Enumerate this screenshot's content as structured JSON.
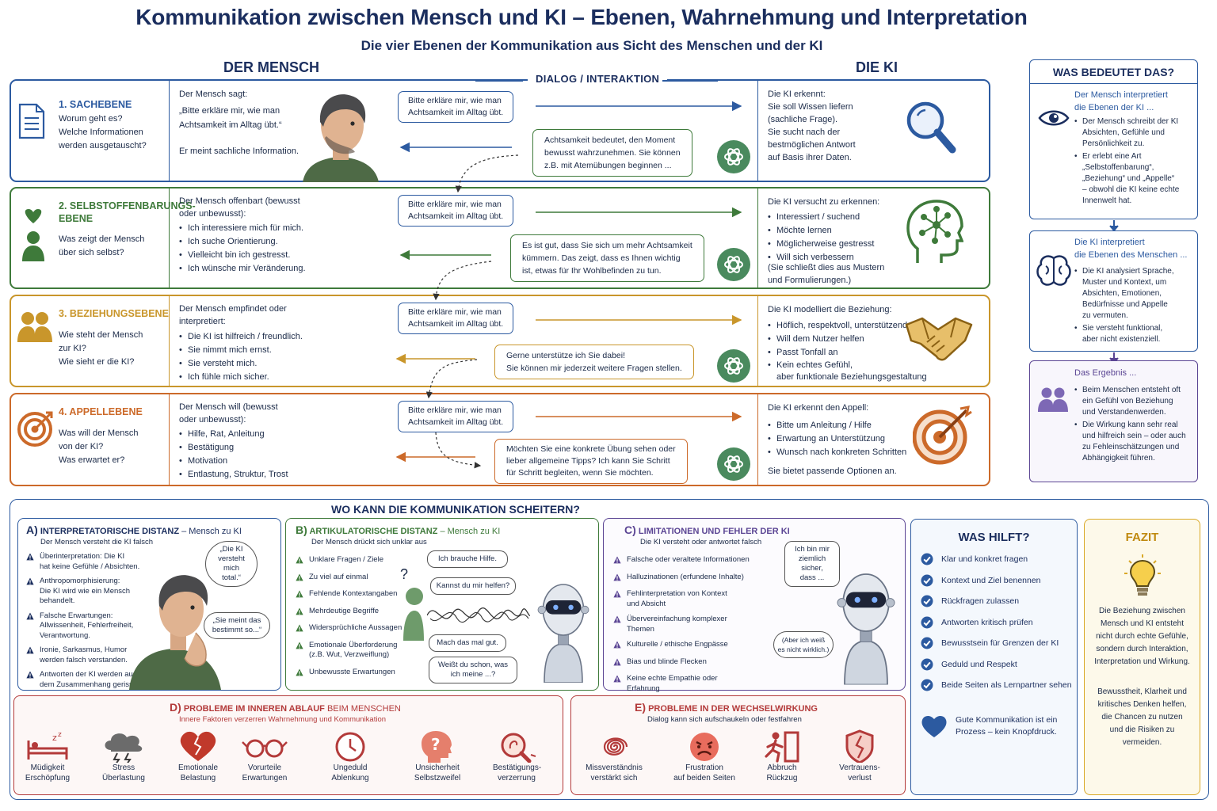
{
  "title": "Kommunikation zwischen Mensch und KI – Ebenen, Wahrnehmung und Interpretation",
  "subtitle": "Die vier Ebenen der Kommunikation aus Sicht des Menschen und der KI",
  "columns": {
    "human": "DER MENSCH",
    "dialog": "DIALOG / INTERAKTION",
    "ai": "DIE KI"
  },
  "colors": {
    "navy": "#1b2e5e",
    "blue": "#2c5aa0",
    "green": "#3e7a3a",
    "ochre": "#c9962b",
    "orange": "#cc6a2a",
    "purple": "#5b4594",
    "red": "#b33a3a",
    "yellow": "#d9a826"
  },
  "levels": [
    {
      "title": "1. SACHEBENE",
      "question": "Worum geht es?\nWelche Informationen\nwerden ausgetauscht?",
      "icon": "document-icon",
      "human_heading": "Der Mensch sagt:",
      "human_quote": "„Bitte erkläre mir, wie man\nAchtsamkeit im Alltag übt.“",
      "human_note": "Er meint sachliche Information.",
      "user_message": "Bitte erkläre mir, wie man\nAchtsamkeit im Alltag übt.",
      "ai_reply": "Achtsamkeit bedeutet, den Moment\nbewusst wahrzunehmen. Sie können\nz.B. mit Atemübungen beginnen ...",
      "ai_heading": "Die KI erkennt:",
      "ai_text": "Sie soll Wissen liefern\n(sachliche Frage).\nSie sucht nach der\nbestmöglichen Antwort\nauf Basis ihrer Daten.",
      "ai_icon": "magnifier-icon"
    },
    {
      "title": "2. SELBSTOFFENBARUNGS-\nEBENE",
      "question": "Was zeigt der Mensch\nüber sich selbst?",
      "icon": "person-heart-icon",
      "human_heading": "Der Mensch offenbart (bewusst\noder unbewusst):",
      "human_items": [
        "Ich interessiere mich für mich.",
        "Ich suche Orientierung.",
        "Vielleicht bin ich gestresst.",
        "Ich wünsche mir Veränderung."
      ],
      "user_message": "Bitte erkläre mir, wie man\nAchtsamkeit im Alltag übt.",
      "ai_reply": "Es ist gut, dass Sie sich um mehr Achtsamkeit\nkümmern. Das zeigt, dass es Ihnen wichtig\nist, etwas für Ihr Wohlbefinden zu tun.",
      "ai_heading": "Die KI versucht zu erkennen:",
      "ai_items": [
        "Interessiert / suchend",
        "Möchte lernen",
        "Möglicherweise gestresst",
        "Will sich verbessern"
      ],
      "ai_note": "(Sie schließt dies aus Mustern\nund Formulierungen.)",
      "ai_icon": "head-network-icon"
    },
    {
      "title": "3. BEZIEHUNGSEBENE",
      "question": "Wie steht der Mensch\nzur KI?\nWie sieht er die KI?",
      "icon": "two-people-icon",
      "human_heading": "Der Mensch empfindet oder\ninterpretiert:",
      "human_items": [
        "Die KI ist hilfreich / freundlich.",
        "Sie nimmt mich ernst.",
        "Sie versteht mich.",
        "Ich fühle mich sicher."
      ],
      "user_message": "Bitte erkläre mir, wie man\nAchtsamkeit im Alltag übt.",
      "ai_reply": "Gerne unterstütze ich Sie dabei!\nSie können mir jederzeit weitere Fragen stellen.",
      "ai_heading": "Die KI modelliert die Beziehung:",
      "ai_items": [
        "Höflich, respektvoll, unterstützend",
        "Will dem Nutzer helfen",
        "Passt Tonfall an",
        "Kein echtes Gefühl,\naber funktionale Beziehungsgestaltung"
      ],
      "ai_icon": "handshake-icon"
    },
    {
      "title": "4. APPELLEBENE",
      "question": "Was will der Mensch\nvon der KI?\nWas erwartet er?",
      "icon": "target-icon",
      "human_heading": "Der Mensch will (bewusst\noder unbewusst):",
      "human_items": [
        "Hilfe, Rat, Anleitung",
        "Bestätigung",
        "Motivation",
        "Entlastung, Struktur, Trost"
      ],
      "user_message": "Bitte erkläre mir, wie man\nAchtsamkeit im Alltag übt.",
      "ai_reply": "Möchten Sie eine konkrete Übung sehen oder\nlieber allgemeine Tipps? Ich kann Sie Schritt\nfür Schritt begleiten, wenn Sie möchten.",
      "ai_heading": "Die KI erkennt den Appell:",
      "ai_items": [
        "Bitte um Anleitung / Hilfe",
        "Erwartung an Unterstützung",
        "Wunsch nach konkreten Schritten"
      ],
      "ai_note": "Sie bietet passende Optionen an.",
      "ai_icon": "target-icon"
    }
  ],
  "meaning": {
    "title": "WAS BEDEUTET DAS?",
    "box1": {
      "heading": "Der Mensch interpretiert\ndie Ebenen der KI ...",
      "items": [
        "Der Mensch schreibt der KI\nAbsichten, Gefühle und\nPersönlichkeit zu.",
        "Er erlebt eine Art\n„Selbstoffenbarung“,\n„Beziehung“ und „Appelle“\n– obwohl die KI keine echte\nInnenwelt hat."
      ]
    },
    "box2": {
      "heading": "Die KI interpretiert\ndie Ebenen des Menschen ...",
      "items": [
        "Die KI analysiert Sprache,\nMuster und Kontext, um\nAbsichten, Emotionen,\nBedürfnisse und Appelle\nzu vermuten.",
        "Sie versteht funktional,\naber nicht existenziell."
      ]
    },
    "box3": {
      "heading": "Das Ergebnis ...",
      "items": [
        "Beim Menschen entsteht oft\nein Gefühl von Beziehung\nund Verstandenwerden.",
        "Die Wirkung kann sehr real\nund hilfreich sein – oder auch\nzu Fehleinschätzungen und\nAbhängigkeit führen."
      ]
    }
  },
  "failure": {
    "title": "WO KANN DIE KOMMUNIKATION SCHEITERN?",
    "a": {
      "letter": "A)",
      "title": "INTERPRETATORISCHE DISTANZ",
      "suffix": " – Mensch zu KI",
      "subtitle": "Der Mensch versteht die KI falsch",
      "items": [
        "Überinterpretation: Die KI\nhat keine Gefühle / Absichten.",
        "Anthropomorphisierung:\nDie KI wird wie ein Mensch\nbehandelt.",
        "Falsche Erwartungen:\nAllwissenheit, Fehlerfreiheit,\nVerantwortung.",
        "Ironie, Sarkasmus, Humor\nwerden falsch verstanden.",
        "Antworten der KI werden aus\ndem Zusammenhang gerissen."
      ],
      "thoughts": [
        "„Die KI\nversteht mich\ntotal.“",
        "„Sie meint das\nbestimmt so...“"
      ]
    },
    "b": {
      "letter": "B)",
      "title": "ARTIKULATORISCHE DISTANZ",
      "suffix": " – Mensch zu KI",
      "subtitle": "Der Mensch drückt sich unklar aus",
      "items": [
        "Unklare Fragen / Ziele",
        "Zu viel auf einmal",
        "Fehlende Kontextangaben",
        "Mehrdeutige Begriffe",
        "Widersprüchliche Aussagen",
        "Emotionale Überforderung\n(z.B. Wut, Verzweiflung)",
        "Unbewusste Erwartungen"
      ],
      "speech": [
        "Ich brauche Hilfe.",
        "Kannst du mir helfen?",
        "Mach das mal gut.",
        "Weißt du schon, was\nich meine ...?"
      ],
      "question_mark": "?"
    },
    "c": {
      "letter": "C)",
      "title": "LIMITATIONEN UND FEHLER DER KI",
      "subtitle": "Die KI versteht oder antwortet falsch",
      "items": [
        "Falsche oder veraltete Informationen",
        "Halluzinationen (erfundene Inhalte)",
        "Fehlinterpretation von Kontext\nund Absicht",
        "Übervereinfachung komplexer\nThemen",
        "Kulturelle / ethische Engpässe",
        "Bias und blinde Flecken",
        "Keine echte Empathie oder\nErfahrung"
      ],
      "thoughts": [
        "Ich bin mir\nziemlich sicher,\ndass ...",
        "(Aber ich weiß\nes nicht wirklich.)"
      ]
    },
    "d": {
      "letter": "D)",
      "title": "PROBLEME IM INNEREN ABLAUF",
      "suffix": " BEIM MENSCHEN",
      "subtitle": "Innere Faktoren verzerren Wahrnehmung und Kommunikation",
      "icons": [
        {
          "icon": "bed-icon",
          "label": "Müdigkeit\nErschöpfung"
        },
        {
          "icon": "storm-cloud-icon",
          "label": "Stress\nÜberlastung"
        },
        {
          "icon": "broken-heart-icon",
          "label": "Emotionale\nBelastung"
        },
        {
          "icon": "glasses-icon",
          "label": "Vorurteile\nErwartungen"
        },
        {
          "icon": "clock-icon",
          "label": "Ungeduld\nAblenkung"
        },
        {
          "icon": "head-question-icon",
          "label": "Unsicherheit\nSelbstzweifel"
        },
        {
          "icon": "magnifier-bias-icon",
          "label": "Bestätigungs-\nverzerrung"
        }
      ]
    },
    "e": {
      "letter": "E)",
      "title": "PROBLEME IN DER WECHSELWIRKUNG",
      "subtitle": "Dialog kann sich aufschaukeln oder festfahren",
      "icons": [
        {
          "icon": "spiral-icon",
          "label": "Missverständnis\nverstärkt sich"
        },
        {
          "icon": "angry-face-icon",
          "label": "Frustration\nauf beiden Seiten"
        },
        {
          "icon": "exit-icon",
          "label": "Abbruch\nRückzug"
        },
        {
          "icon": "broken-shield-icon",
          "label": "Vertrauens-\nverlust"
        }
      ]
    }
  },
  "helps": {
    "title": "WAS HILFT?",
    "items": [
      "Klar und konkret fragen",
      "Kontext und Ziel benennen",
      "Rückfragen zulassen",
      "Antworten kritisch prüfen",
      "Bewusstsein für Grenzen der KI",
      "Geduld und Respekt",
      "Beide Seiten als Lernpartner sehen"
    ],
    "note": "Gute Kommunikation ist ein\nProzess – kein Knopfdruck."
  },
  "fazit": {
    "title": "FAZIT",
    "text1": "Die Beziehung zwischen\nMensch und KI entsteht\nnicht durch echte Gefühle,\nsondern durch Interaktion,\nInterpretation und Wirkung.",
    "text2": "Bewusstheit, Klarheit und\nkritisches Denken helfen,\ndie Chancen zu nutzen\nund die Risiken zu\nvermeiden."
  }
}
